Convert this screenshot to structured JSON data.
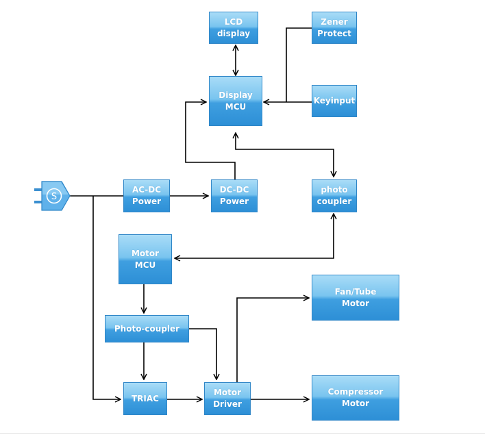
{
  "diagram": {
    "blocks": {
      "lcd": [
        "LCD",
        "display"
      ],
      "zener": [
        "Zener",
        "Protect"
      ],
      "display_mcu": [
        "Display",
        "MCU"
      ],
      "keyinput": [
        "Keyinput"
      ],
      "acdc": [
        "AC-DC",
        "Power"
      ],
      "dcdc": [
        "DC-DC",
        "Power"
      ],
      "photo_coupler_top": [
        "photo",
        "coupler"
      ],
      "motor_mcu": [
        "Motor",
        "MCU"
      ],
      "fan_tube": [
        "Fan/Tube",
        "Motor"
      ],
      "photo_coupler": [
        "Photo-coupler"
      ],
      "triac": [
        "TRIAC"
      ],
      "motor_driver": [
        "Motor",
        "Driver"
      ],
      "compressor": [
        "Compressor",
        "Motor"
      ]
    },
    "plug_symbol": "S",
    "colors": {
      "box_top": "#a9dcf7",
      "box_bottom": "#2d8fd6",
      "box_border": "#2f86c7",
      "wire": "#000000"
    }
  }
}
